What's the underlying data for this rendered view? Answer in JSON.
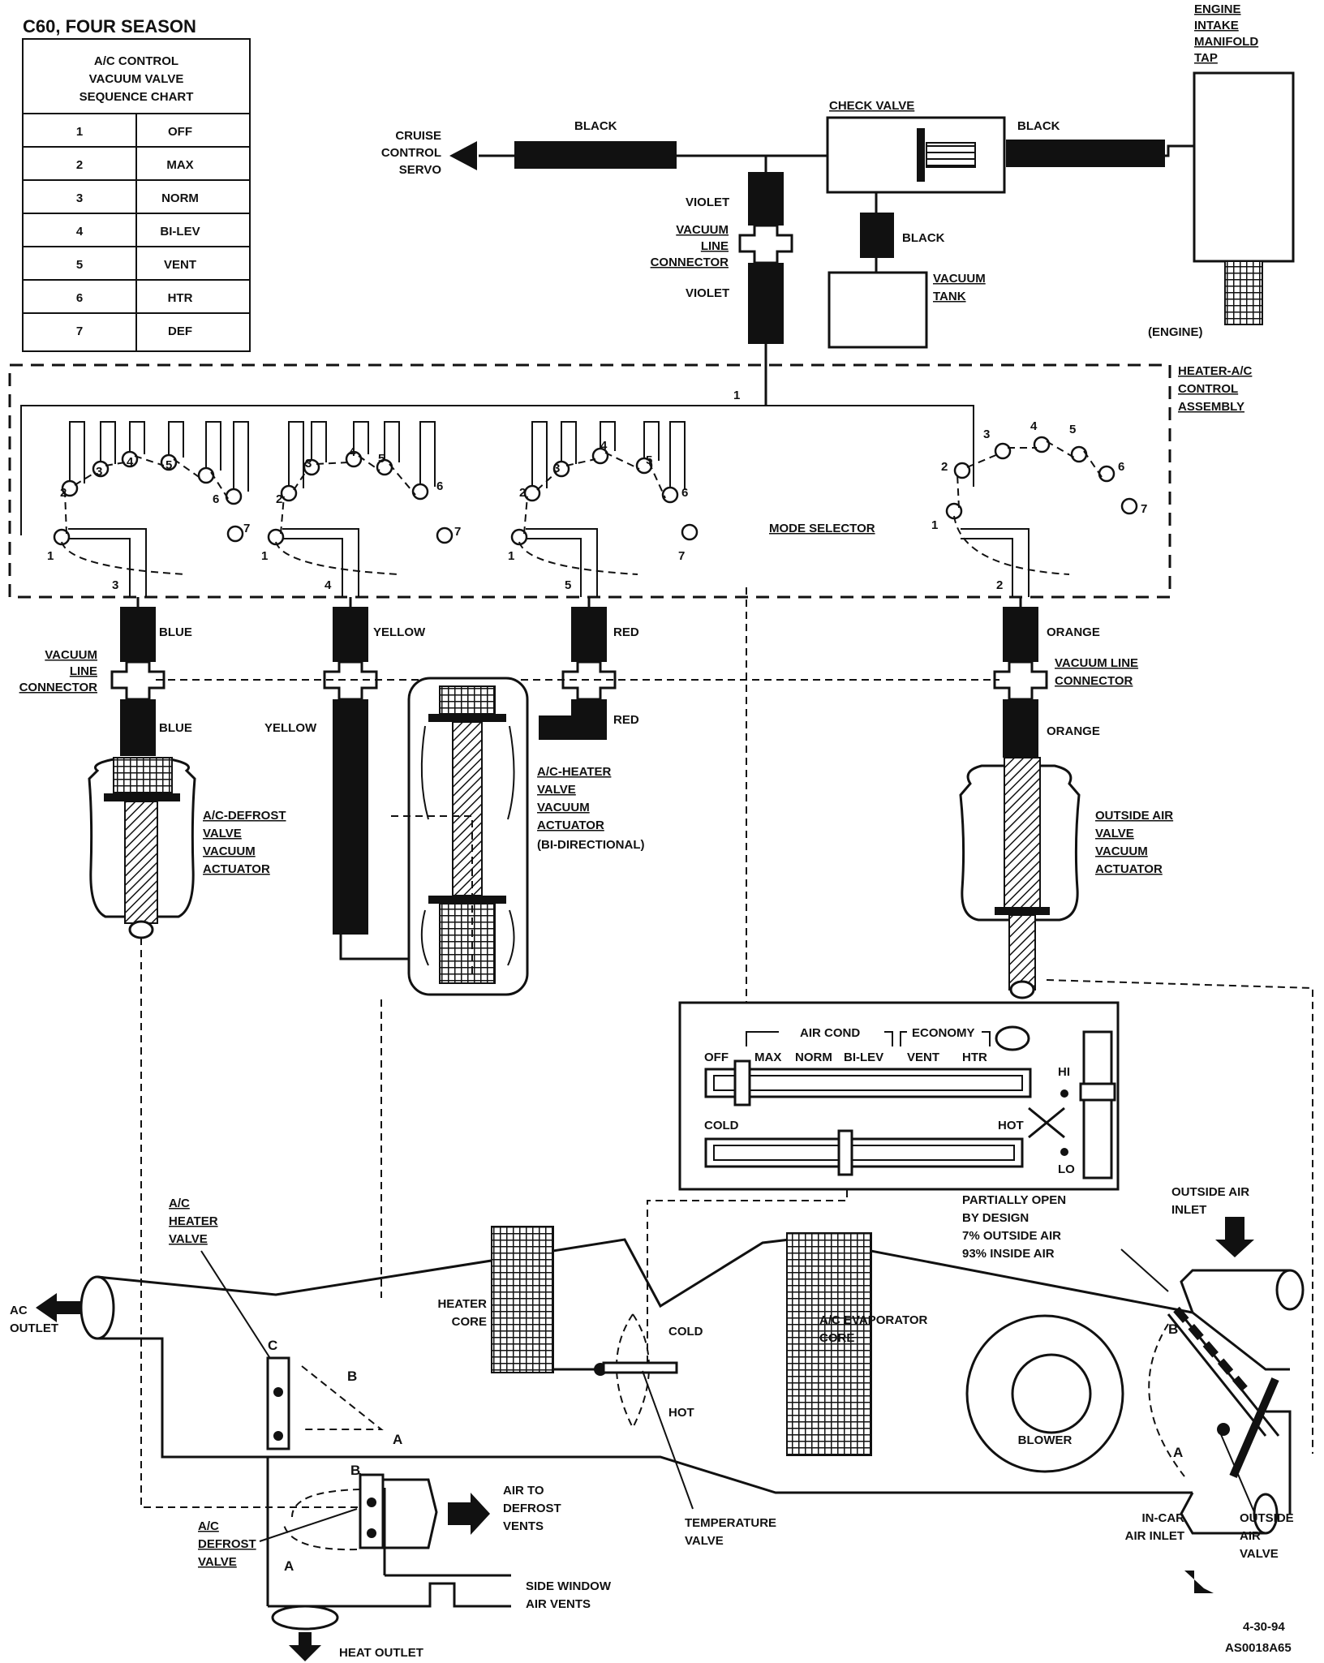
{
  "chart_title": "C60, FOUR SEASON",
  "sequence_chart": {
    "header": [
      "A/C CONTROL",
      "VACUUM VALVE",
      "SEQUENCE CHART"
    ],
    "rows": [
      {
        "num": "1",
        "mode": "OFF"
      },
      {
        "num": "2",
        "mode": "MAX"
      },
      {
        "num": "3",
        "mode": "NORM"
      },
      {
        "num": "4",
        "mode": "BI-LEV"
      },
      {
        "num": "5",
        "mode": "VENT"
      },
      {
        "num": "6",
        "mode": "HTR"
      },
      {
        "num": "7",
        "mode": "DEF"
      }
    ]
  },
  "top": {
    "engine_tap": [
      "ENGINE",
      "INTAKE",
      "MANIFOLD",
      "TAP"
    ],
    "engine": "(ENGINE)",
    "cruise": [
      "CRUISE",
      "CONTROL",
      "SERVO"
    ],
    "black1": "BLACK",
    "black2": "BLACK",
    "black3": "BLACK",
    "check_valve": "CHECK VALVE",
    "violet1": "VIOLET",
    "violet2": "VIOLET",
    "vac_conn": [
      "VACUUM",
      "LINE",
      "CONNECTOR"
    ],
    "vac_tank": [
      "VACUUM",
      "TANK"
    ]
  },
  "control": {
    "assembly": [
      "HEATER-A/C",
      "CONTROL",
      "ASSEMBLY"
    ],
    "mode_selector": "MODE SELECTOR",
    "port1": "1",
    "ports": [
      "3",
      "4",
      "5",
      "2"
    ]
  },
  "lines": {
    "blue1": "BLUE",
    "blue2": "BLUE",
    "yellow1": "YELLOW",
    "yellow2": "YELLOW",
    "red1": "RED",
    "red2": "RED",
    "orange1": "ORANGE",
    "orange2": "ORANGE",
    "vac_conn_left": [
      "VACUUM",
      "LINE",
      "CONNECTOR"
    ],
    "vac_conn_right": [
      "VACUUM LINE",
      "CONNECTOR"
    ]
  },
  "actuators": {
    "defrost": [
      "A/C-DEFROST",
      "VALVE",
      "VACUUM",
      "ACTUATOR"
    ],
    "heater": [
      "A/C-HEATER",
      "VALVE",
      "VACUUM",
      "ACTUATOR"
    ],
    "heater_note": "(BI-DIRECTIONAL)",
    "outside": [
      "OUTSIDE AIR",
      "VALVE",
      "VACUUM",
      "ACTUATOR"
    ]
  },
  "panel": {
    "air_cond": "AIR COND",
    "economy": "ECONOMY",
    "modes": [
      "OFF",
      "MAX",
      "NORM",
      "BI-LEV",
      "VENT",
      "HTR"
    ],
    "cold": "COLD",
    "hot": "HOT",
    "hi": "HI",
    "lo": "LO"
  },
  "duct": {
    "ac_heater_valve": [
      "A/C",
      "HEATER",
      "VALVE"
    ],
    "ac_outlet": [
      "AC",
      "OUTLET"
    ],
    "heater_core": [
      "HEATER",
      "CORE"
    ],
    "cold": "COLD",
    "hot": "HOT",
    "evap": [
      "A/C EVAPORATOR",
      "CORE"
    ],
    "blower": "BLOWER",
    "partially": [
      "PARTIALLY OPEN",
      "BY DESIGN",
      "7% OUTSIDE AIR",
      "93% INSIDE AIR"
    ],
    "outside_inlet": [
      "OUTSIDE AIR",
      "INLET"
    ],
    "incar": [
      "IN-CAR",
      "AIR INLET"
    ],
    "outside_valve": [
      "OUTSIDE",
      "AIR",
      "VALVE"
    ],
    "temp_valve": [
      "TEMPERATURE",
      "VALVE"
    ],
    "defrost_valve": [
      "A/C",
      "DEFROST",
      "VALVE"
    ],
    "air_to_defrost": [
      "AIR TO",
      "DEFROST",
      "VENTS"
    ],
    "side_window": [
      "SIDE WINDOW",
      "AIR VENTS"
    ],
    "heat_outlet": "HEAT OUTLET",
    "a": "A",
    "b": "B",
    "c": "C"
  },
  "footer": {
    "date": "4-30-94",
    "code": "AS0018A65"
  }
}
